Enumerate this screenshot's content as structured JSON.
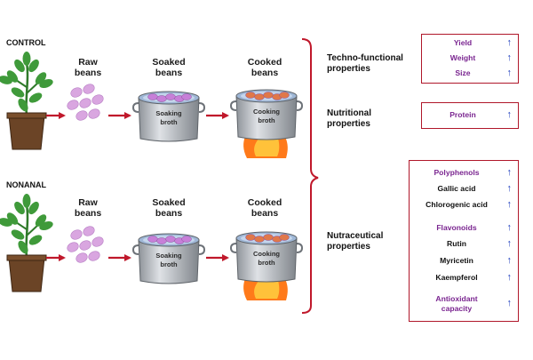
{
  "rows": [
    {
      "title": "CONTROL",
      "raw": "Raw\nbeans",
      "soaked": "Soaked\nbeans",
      "cooked": "Cooked\nbeans",
      "soaking_broth": "Soaking\nbroth",
      "cooking_broth": "Cooking\nbroth"
    },
    {
      "title": "NONANAL",
      "raw": "Raw\nbeans",
      "soaked": "Soaked\nbeans",
      "cooked": "Cooked\nbeans",
      "soaking_broth": "Soaking\nbroth",
      "cooking_broth": "Cooking\nbroth"
    }
  ],
  "properties": [
    {
      "label": "Techno-functional\nproperties",
      "items": [
        {
          "text": "Yield",
          "color": "purple",
          "arrow": "↑"
        },
        {
          "text": "Weight",
          "color": "purple",
          "arrow": "↑"
        },
        {
          "text": "Size",
          "color": "purple",
          "arrow": "↑"
        }
      ]
    },
    {
      "label": "Nutritional\nproperties",
      "items": [
        {
          "text": "Protein",
          "color": "purple",
          "arrow": "↑"
        }
      ]
    },
    {
      "label": "Nutraceutical\nproperties",
      "items": [
        {
          "text": "Polyphenols",
          "color": "purple",
          "arrow": "↑"
        },
        {
          "text": "Gallic acid",
          "color": "black",
          "arrow": "↑"
        },
        {
          "text": "Chlorogenic acid",
          "color": "black",
          "arrow": "↑"
        },
        {
          "text": "Flavonoids",
          "color": "purple",
          "arrow": "↑"
        },
        {
          "text": "Rutin",
          "color": "black",
          "arrow": "↑"
        },
        {
          "text": "Myricetin",
          "color": "black",
          "arrow": "↑"
        },
        {
          "text": "Kaempferol",
          "color": "black",
          "arrow": "↑"
        },
        {
          "text": "Antioxidant\ncapacity",
          "color": "purple",
          "arrow": "↑"
        }
      ]
    }
  ],
  "colors": {
    "arrow": "#c0182b",
    "bracket": "#c0182b",
    "box_border": "#b0172a",
    "purple_text": "#7a2590",
    "up_arrow": "#1f3fbf",
    "raw_bean": "#d9a6e0",
    "soaked_bean": "#c77fd8",
    "cooked_bean": "#e0784a",
    "flame": "#ff7a1a",
    "pot": "#b8bcc2",
    "leaf": "#3f9a3a",
    "soil": "#5a3a22"
  }
}
